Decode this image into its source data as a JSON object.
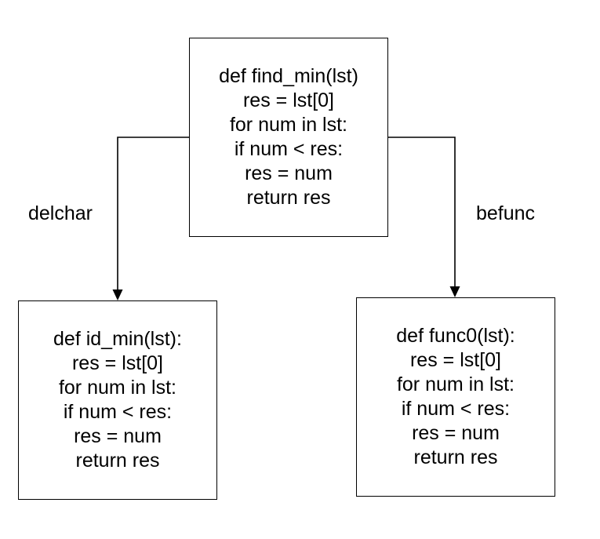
{
  "diagram": {
    "type": "mutation-tree",
    "background_color": "#ffffff",
    "line_color": "#000000",
    "text_color": "#000000"
  },
  "nodes": {
    "root": {
      "id": "root",
      "label": "find_min",
      "code_lines": [
        "def find_min(lst)",
        "res = lst[0]",
        "for num in lst:",
        "if num < res:",
        "res = num",
        "return res"
      ]
    },
    "left": {
      "id": "id_min",
      "label": "id_min",
      "code_lines": [
        "def id_min(lst):",
        "res = lst[0]",
        "for num in lst:",
        "if num < res:",
        "res = num",
        "return res"
      ]
    },
    "right": {
      "id": "func0",
      "label": "func0",
      "code_lines": [
        "def func0(lst):",
        "res = lst[0]",
        "for num in lst:",
        "if num < res:",
        "res = num",
        "return res"
      ]
    }
  },
  "edges": [
    {
      "id": "edge-left",
      "label": "delchar",
      "from": "root",
      "to": "id_min"
    },
    {
      "id": "edge-right",
      "label": "befunc",
      "from": "root",
      "to": "func0"
    }
  ]
}
